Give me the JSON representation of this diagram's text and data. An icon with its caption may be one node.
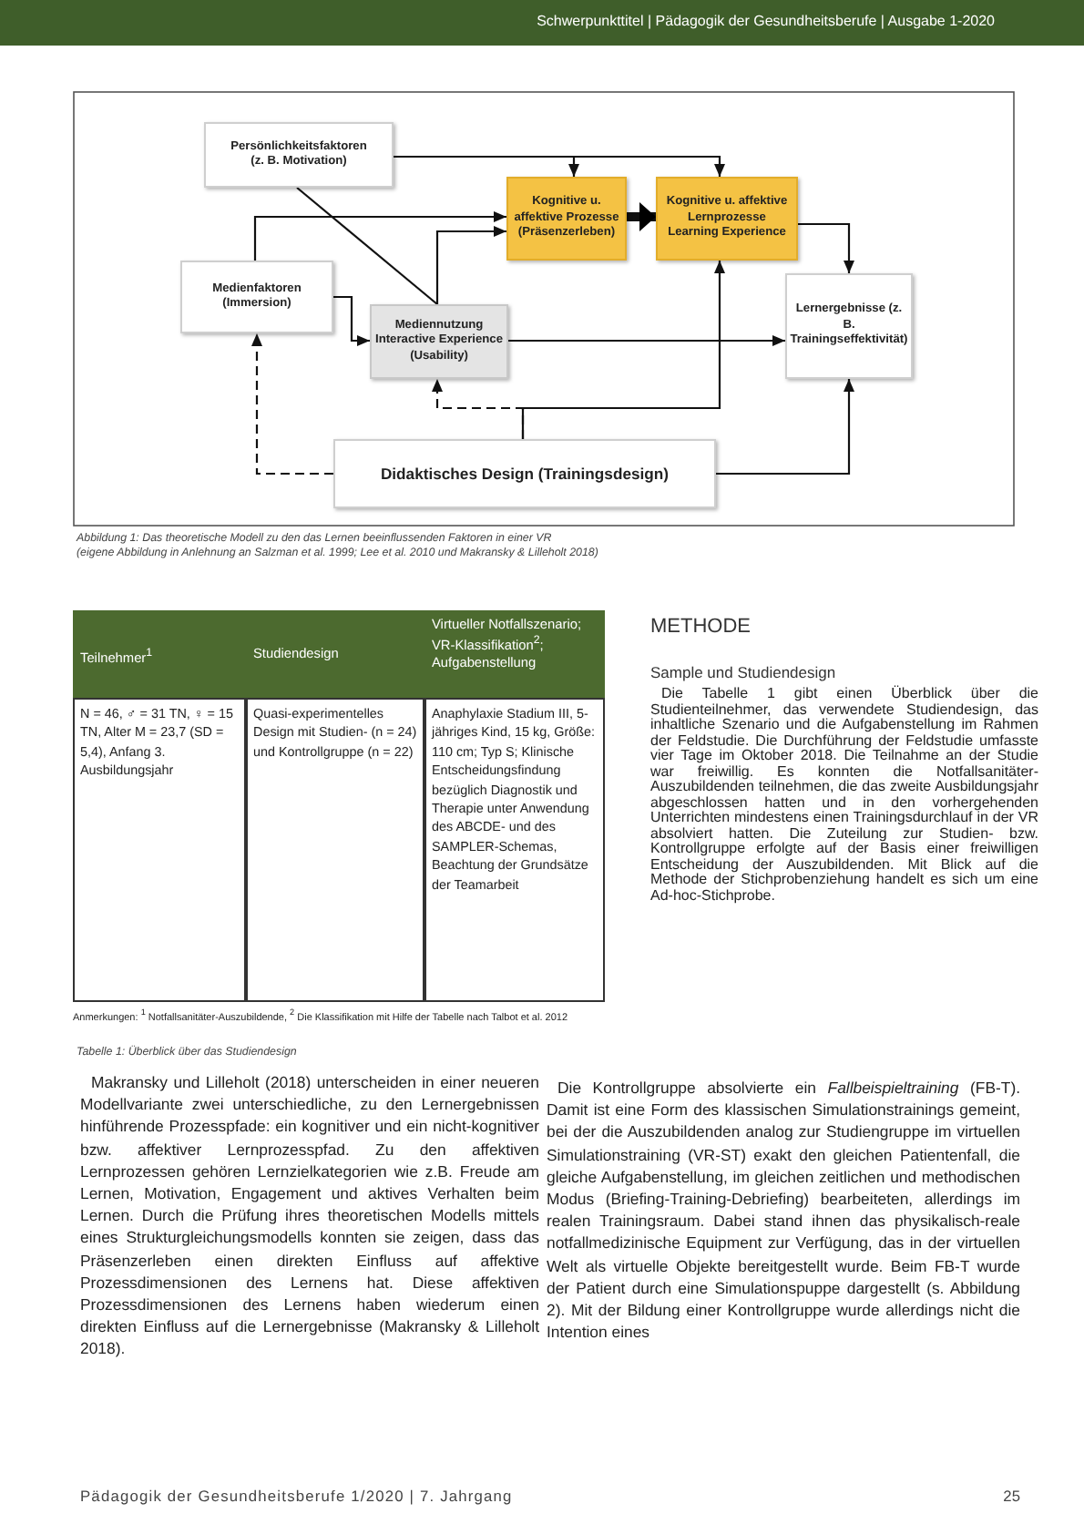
{
  "diagram": {
    "nodes": [
      {
        "text": [
          "Persönlichkeitsfaktoren (z. B. Motivation)"
        ]
      },
      {
        "text": [
          "Kognitive u. affektive Prozesse (Präsenzerleben)"
        ]
      },
      {
        "text": [
          "Kognitive u. affektive Lernprozesse Learning Experience"
        ]
      },
      {
        "text": [
          "Medienfaktoren (Immersion)"
        ]
      },
      {
        "text": [
          "Mediennutzung Interactive Experience (Usability)"
        ]
      },
      {
        "text": [
          "Lernergebnisse (z. B. Trainingseffektivität)"
        ]
      },
      {
        "text": [
          "Didaktisches Design (Trainingsdesign)"
        ]
      }
    ],
    "edges": [
      {
        "from": 0,
        "to": 1,
        "arrow": "to"
      },
      {
        "from": 0,
        "to": 2,
        "arrow": "to"
      },
      {
        "from": 0,
        "to": 4,
        "arrow": "none"
      },
      {
        "from": 3,
        "to": 1,
        "arrow": "to"
      },
      {
        "from": 4,
        "to": 1,
        "arrow": "to"
      },
      {
        "from": 1,
        "to": 2,
        "arrow": "to",
        "style": "thick"
      },
      {
        "from": 3,
        "to": 4,
        "arrow": "to"
      },
      {
        "from": 4,
        "to": 5,
        "arrow": "to"
      },
      {
        "from": 2,
        "to": 5,
        "arrow": "to"
      },
      {
        "from": 6,
        "to": 2,
        "arrow": "to"
      },
      {
        "from": 6,
        "to": 4,
        "arrow": "to",
        "style": "dashed"
      },
      {
        "from": 6,
        "to": 3,
        "arrow": "to",
        "style": "dashed"
      },
      {
        "from": 6,
        "to": 5,
        "arrow": "to"
      }
    ],
    "labels": [
      "Schwerpunkttitel | Pädagogik der Gesundheitsberufe | Ausgabe 1-2020",
      "Abbildung 1: Das theoretische Modell zu den das Lernen beeinflussenden Faktoren in einer VR",
      "(eigene Abbildung in Anlehnung an Salzman et al. 1999; Lee et al. 2010 und Makransky & Lilleholt 2018)",
      "Teilnehmer$^{1}$",
      "Studiendesign",
      "Virtueller Notfallszenario; VR-Klassifikation$^{2}$; Aufgabenstellung",
      "N = 46, ♂ = 31 TN, ♀ = 15 TN, Alter M = 23,7 (SD = 5,4), Anfang 3. Ausbildungsjahr",
      "Quasi-experimentelles Design mit Studien- (n = 24) und Kontrollgruppe (n = 22)",
      "Anaphylaxie Stadium III, 5-jähriges Kind, 15 kg, Größe: 110 cm; Typ S; Klinische Entscheidungsfindung bezüglich Diagnostik und Therapie unter Anwendung des ABCDE- und des SAMPLER-Schemas, Beachtung der Grundsätze der Teamarbeit",
      "Anmerkungen: $^{1}$ Notfallsanitäter-Auszubildende, $^{2}$ Die Klassifikation mit Hilfe der Tabelle nach Talbot et al. 2012",
      "Tabelle 1: Überblick über das Studiendesign",
      "METHODE",
      "Sample und Studiendesign",
      "Die Tabelle 1 gibt einen Überblick über die Studienteilnehmer, das verwendete Studiendesign, das inhaltliche Szenario und die Aufgabenstellung im Rahmen der Feldstudie. Die Durchführung der Feldstudie umfasste vier Tage im Oktober 2018. Die Teilnahme an der Studie war freiwillig. Es konnten die Notfallsanitäter-Auszubildenden teilnehmen, die das zweite Ausbildungsjahr abgeschlossen hatten und in den vorhergehenden Unterrichten mindestens einen Trainingsdurchlauf in der VR absolviert hatten. Die Zuteilung zur Studien- bzw. Kontrollgruppe erfolgte auf der Basis einer freiwilligen Entscheidung der Auszubildenden. Mit Blick auf die Methode der Stichprobenziehung handelt es sich um eine Ad-hoc-Stichprobe.",
      "Makransky und Lilleholt (2018) unterscheiden in einer neueren Modellvariante zwei unterschiedliche, zu den Lernergebnissen hinführende Prozesspfade: ein kognitiver und ein nicht-kognitiver bzw. affektiver Lernprozesspfad. Zu den affektiven Lernprozessen gehören Lernzielkategorien wie z.B. Freude am Lernen, Motivation, Engagement und aktives Verhalten beim Lernen. Durch die Prüfung ihres theoretischen Modells mittels eines Strukturgleichungsmodells konnten sie zeigen, dass das Präsenzerleben einen direkten Einfluss auf affektive Prozessdimensionen des Lernens hat. Diese affektiven Prozessdimensionen des Lernens haben wiederum einen direkten Einfluss auf die Lernergebnisse (Makransky & Lilleholt 2018).",
      "Die Kontrollgruppe absolvierte ein *Fallbeispieltraining* (FB-T). Damit ist eine Form des klassischen Simulationstrainings gemeint, bei der die Auszubildenden analog zur Studiengruppe im virtuellen Simulationstraining (VR-ST) exakt den gleichen Patientenfall, die gleiche Aufgabenstellung, im gleichen zeitlichen und methodischen Modus (Briefing-Training-Debriefing) bearbeiteten, allerdings im realen Trainingsraum. Dabei stand ihnen das physikalisch-reale notfallmedizinische Equipment zur Verfügung, das in der virtuellen Welt als virtuelle Objekte bereitgestellt wurde. Beim FB-T wurde der Patient durch eine Simulationspuppe dargestellt (s. Abbildung 2). Mit der Bildung einer Kontrollgruppe wurde allerdings nicht die Intention eines",
      "Pädagogik der Gesundheitsberufe 1/2020 | 7. Jahrgang",
      "25"
    ]
  }
}
